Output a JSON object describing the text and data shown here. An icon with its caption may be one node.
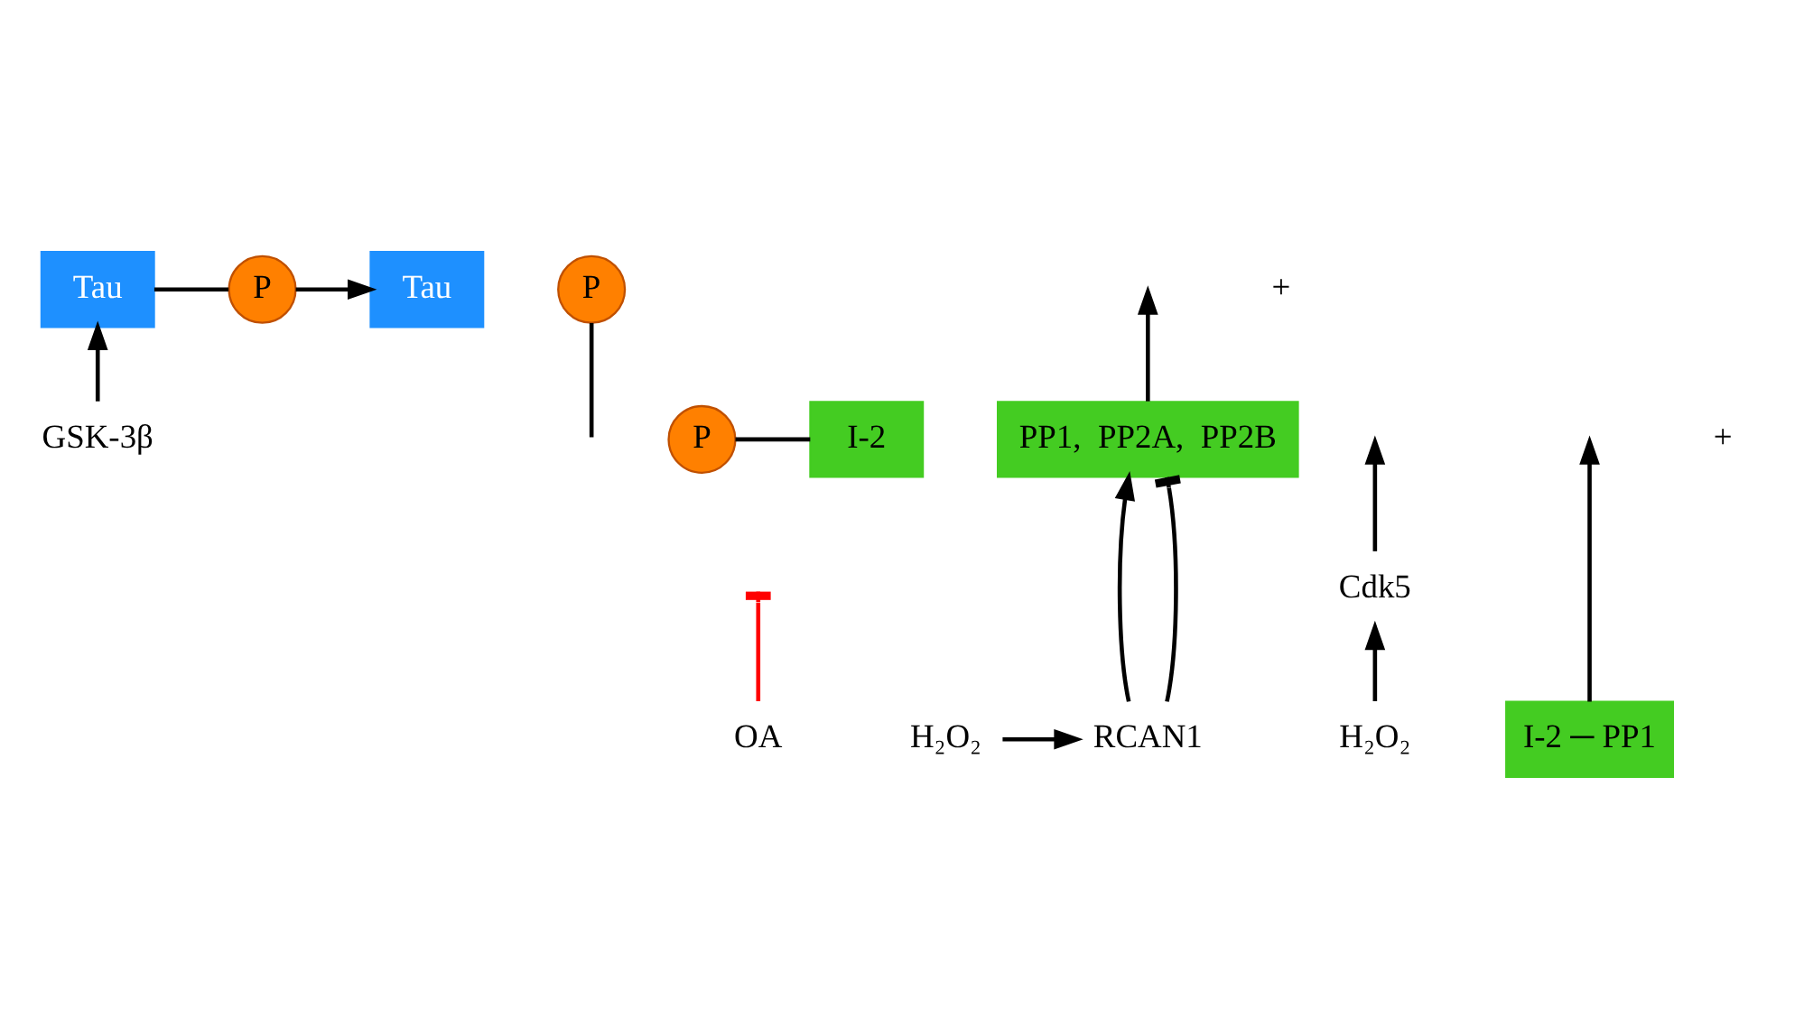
{
  "diagram": {
    "nodes": [
      {
        "text": [
          "Tau"
        ]
      },
      {
        "text": [
          "P"
        ]
      },
      {
        "text": [
          "Tau"
        ]
      },
      {
        "text": [
          "P"
        ]
      },
      {
        "text": [
          "OA"
        ]
      },
      {
        "text": [
          "P"
        ]
      },
      {
        "text": [
          "I-2"
        ]
      },
      {
        "text": [
          "PP1,  PP2A,  PP2B"
        ]
      },
      {
        "text": [
          "GSK-3β"
        ]
      },
      {
        "text": [
          "Cdk5"
        ]
      },
      {
        "text": [
          "H₂O₂"
        ]
      },
      {
        "text": [
          "I-2 ─ PP1"
        ]
      },
      {
        "text": [
          "RCAN1"
        ]
      },
      {
        "text": [
          "H₂O₂"
        ]
      }
    ],
    "edges": [
      {
        "from": 0,
        "to": 1,
        "arrow": "none"
      },
      {
        "from": 1,
        "to": 2,
        "arrow": "to"
      },
      {
        "from": null,
        "to": 3,
        "arrow": "none"
      },
      {
        "from": 7,
        "to": null,
        "arrow": "to"
      },
      {
        "from": 4,
        "to": null,
        "arrow": "other",
        "color": "#ff0000"
      },
      {
        "from": 5,
        "to": 6,
        "arrow": "none"
      },
      {
        "from": 8,
        "to": 0,
        "arrow": "to"
      },
      {
        "from": 10,
        "to": 9,
        "arrow": "to"
      },
      {
        "from": 9,
        "to": null,
        "arrow": "to"
      },
      {
        "from": 11,
        "to": null,
        "arrow": "to"
      },
      {
        "from": 12,
        "to": 7,
        "arrow": "to"
      },
      {
        "from": 12,
        "to": 7,
        "arrow": "other"
      },
      {
        "from": 13,
        "to": 12,
        "arrow": "to"
      }
    ],
    "labels": [
      "+",
      "+"
    ]
  }
}
